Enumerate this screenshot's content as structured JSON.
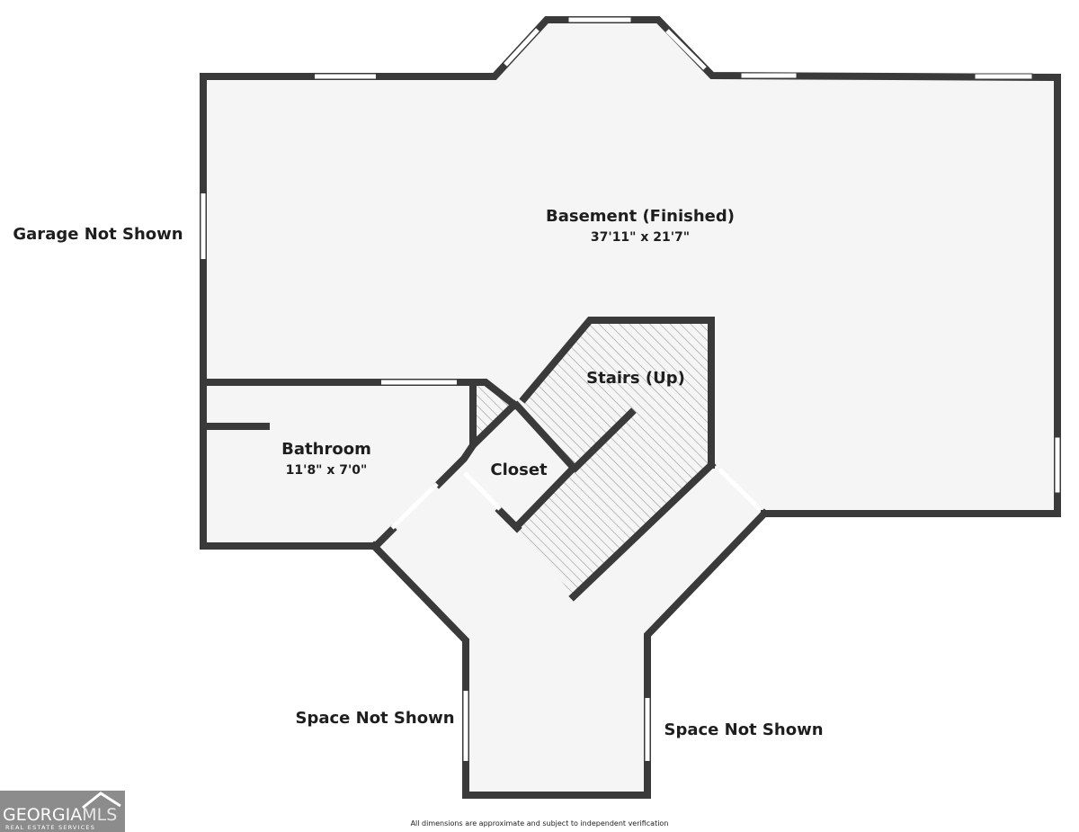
{
  "rooms": {
    "basement": {
      "name": "Basement (Finished)",
      "dims": "37'11\" x 21'7\""
    },
    "stairs": {
      "name": "Stairs (Up)"
    },
    "bathroom": {
      "name": "Bathroom",
      "dims": "11'8\" x 7'0\""
    },
    "closet": {
      "name": "Closet"
    }
  },
  "labels": {
    "garage": "Garage Not Shown",
    "space_left": "Space Not Shown",
    "space_right": "Space Not Shown"
  },
  "disclaimer": "All dimensions are approximate and subject to independent verification",
  "logo": {
    "main_a": "GEORGIA",
    "main_b": "MLS",
    "sub": "REAL ESTATE SERVICES"
  },
  "colors": {
    "wall": "#3a3a3a",
    "floor": "#f5f5f5",
    "logo_bg": "#8c8c8c",
    "window": "#ffffff"
  }
}
